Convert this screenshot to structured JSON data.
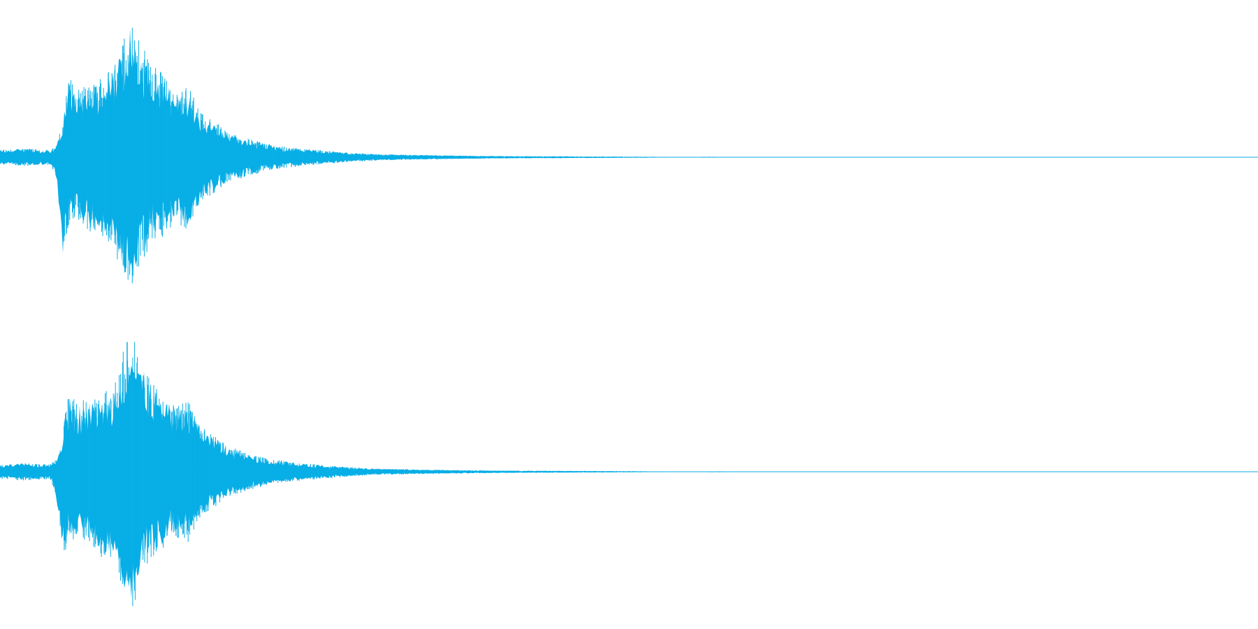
{
  "colors": {
    "background": "#ffffff",
    "waveform": "#08aee6"
  },
  "chart_data": {
    "type": "area",
    "title": "",
    "xlabel": "",
    "ylabel": "",
    "grid": false,
    "legend": "none",
    "x_range": [
      0,
      1
    ],
    "ylim": [
      -1,
      1
    ],
    "series": [
      {
        "x": [
          0.0,
          0.02,
          0.04,
          0.045,
          0.05,
          0.055,
          0.06,
          0.07,
          0.08,
          0.09,
          0.1,
          0.105,
          0.11,
          0.12,
          0.13,
          0.14,
          0.15,
          0.16,
          0.17,
          0.18,
          0.2,
          0.22,
          0.24,
          0.26,
          0.28,
          0.3,
          0.33,
          0.36,
          0.4,
          0.45,
          0.5,
          0.55,
          0.56,
          0.6,
          0.7,
          0.8,
          0.9,
          1.0
        ],
        "upper": [
          0.05,
          0.06,
          0.05,
          0.08,
          0.25,
          0.6,
          0.45,
          0.5,
          0.55,
          0.62,
          0.85,
          0.95,
          0.82,
          0.65,
          0.58,
          0.42,
          0.5,
          0.3,
          0.25,
          0.18,
          0.12,
          0.08,
          0.06,
          0.045,
          0.03,
          0.022,
          0.016,
          0.012,
          0.008,
          0.006,
          0.004,
          0.002,
          0.003,
          0.002,
          0.0015,
          0.0012,
          0.001,
          0.001
        ],
        "lower": [
          -0.05,
          -0.06,
          -0.05,
          -0.15,
          -0.7,
          -0.45,
          -0.4,
          -0.5,
          -0.55,
          -0.6,
          -0.9,
          -0.93,
          -0.78,
          -0.6,
          -0.55,
          -0.45,
          -0.5,
          -0.3,
          -0.25,
          -0.18,
          -0.12,
          -0.08,
          -0.06,
          -0.045,
          -0.03,
          -0.022,
          -0.016,
          -0.012,
          -0.008,
          -0.006,
          -0.004,
          -0.002,
          -0.003,
          -0.002,
          -0.0015,
          -0.0012,
          -0.001,
          -0.001
        ]
      },
      {
        "x": [
          0.0,
          0.02,
          0.04,
          0.045,
          0.05,
          0.055,
          0.06,
          0.07,
          0.08,
          0.09,
          0.1,
          0.105,
          0.11,
          0.12,
          0.13,
          0.14,
          0.15,
          0.16,
          0.17,
          0.18,
          0.2,
          0.22,
          0.24,
          0.26,
          0.28,
          0.3,
          0.33,
          0.36,
          0.4,
          0.45,
          0.5,
          0.54,
          0.57,
          0.6,
          0.7,
          0.8,
          0.9,
          1.0
        ],
        "upper": [
          0.05,
          0.06,
          0.05,
          0.1,
          0.3,
          0.55,
          0.48,
          0.5,
          0.52,
          0.6,
          0.88,
          0.97,
          0.8,
          0.62,
          0.52,
          0.45,
          0.48,
          0.32,
          0.25,
          0.18,
          0.12,
          0.08,
          0.06,
          0.045,
          0.03,
          0.022,
          0.016,
          0.012,
          0.008,
          0.006,
          0.004,
          0.002,
          0.003,
          0.002,
          0.0015,
          0.0012,
          0.001,
          0.001
        ],
        "lower": [
          -0.05,
          -0.06,
          -0.05,
          -0.2,
          -0.6,
          -0.48,
          -0.45,
          -0.5,
          -0.58,
          -0.62,
          -0.88,
          -0.95,
          -0.8,
          -0.6,
          -0.52,
          -0.45,
          -0.48,
          -0.3,
          -0.25,
          -0.18,
          -0.12,
          -0.08,
          -0.06,
          -0.045,
          -0.03,
          -0.022,
          -0.016,
          -0.012,
          -0.008,
          -0.006,
          -0.004,
          -0.002,
          -0.003,
          -0.002,
          -0.0015,
          -0.0012,
          -0.001,
          -0.001
        ]
      }
    ]
  }
}
